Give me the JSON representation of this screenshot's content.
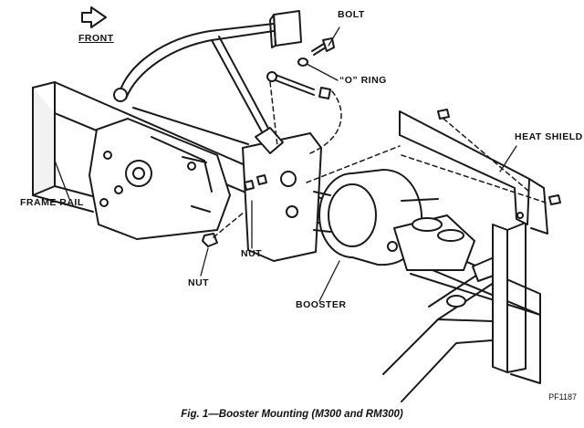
{
  "labels": {
    "front": "FRONT",
    "bolt": "BOLT",
    "o_ring": "“O” RING",
    "heat_shield": "HEAT SHIELD",
    "frame_rail": "FRAME RAIL",
    "nut_center": "NUT",
    "nut_left": "NUT",
    "booster": "BOOSTER"
  },
  "caption": "Fig. 1—Booster Mounting (M300 and RM300)",
  "figure_code": "PF1187"
}
